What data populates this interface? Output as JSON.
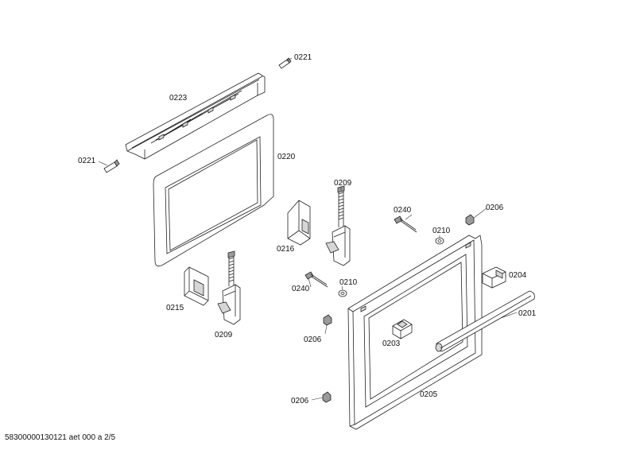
{
  "labels": {
    "l0221a": "0221",
    "l0221b": "0221",
    "l0223": "0223",
    "l0220": "0220",
    "l0209a": "0209",
    "l0209b": "0209",
    "l0216": "0216",
    "l0215": "0215",
    "l0240a": "0240",
    "l0240b": "0240",
    "l0210a": "0210",
    "l0210b": "0210",
    "l0206a": "0206",
    "l0206b": "0206",
    "l0206c": "0206",
    "l0204": "0204",
    "l0201": "0201",
    "l0203": "0203",
    "l0205": "0205"
  },
  "footer": "58300000130121 aet 000 a 2/5"
}
